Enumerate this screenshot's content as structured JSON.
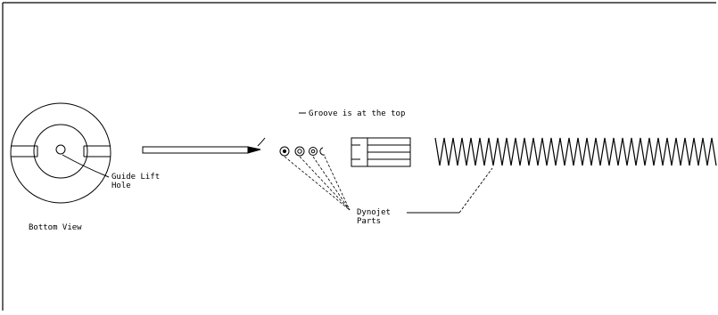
{
  "labels": {
    "groove": "Groove is at the top",
    "guide_lift_hole_line1": "Guide Lift",
    "guide_lift_hole_line2": "Hole",
    "bottom_view": "Bottom View",
    "dynojet_parts_line1": "Dynojet",
    "dynojet_parts_line2": "Parts"
  },
  "colors": {
    "ink": "#000000",
    "paper": "#ffffff"
  }
}
